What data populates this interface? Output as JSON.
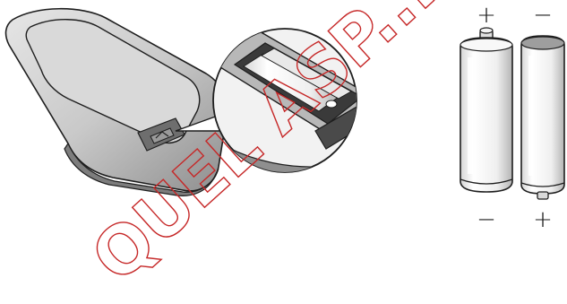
{
  "illustration": {
    "subject": "remote control battery compartment with two AA batteries",
    "colors": {
      "outline": "#1e1e1e",
      "body": "#c6c6c6",
      "body_dark": "#8f8f8f",
      "body_light": "#e3e3e3",
      "cell": "#f4f4f4",
      "cell_shade": "#bdbdbd",
      "watermark": "#c62828"
    }
  },
  "watermark": {
    "text": "QUEL ASP..."
  },
  "batteries": [
    {
      "name": "left",
      "top_label": "+",
      "bottom_label": "−"
    },
    {
      "name": "right",
      "top_label": "−",
      "bottom_label": "+"
    }
  ]
}
